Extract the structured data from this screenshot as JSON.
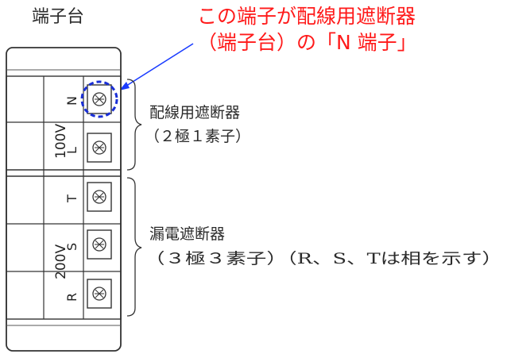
{
  "block_title": "端子台",
  "callout": {
    "line1": "この端子が配線用遮断器",
    "line2": "（端子台）の「N 端子」",
    "color": "#ff1a1a",
    "arrow_color": "#1a3cff"
  },
  "groups": [
    {
      "voltage": "100V",
      "name": "配線用遮断器",
      "detail": "（２極１素子）",
      "terminals": [
        "N",
        "L"
      ]
    },
    {
      "voltage": "200V",
      "name": "漏電遮断器",
      "detail": "（３極３素子）（R、S、Tは相を示す）",
      "terminals": [
        "T",
        "S",
        "R"
      ]
    }
  ],
  "highlight_color": "#1a2fd6"
}
